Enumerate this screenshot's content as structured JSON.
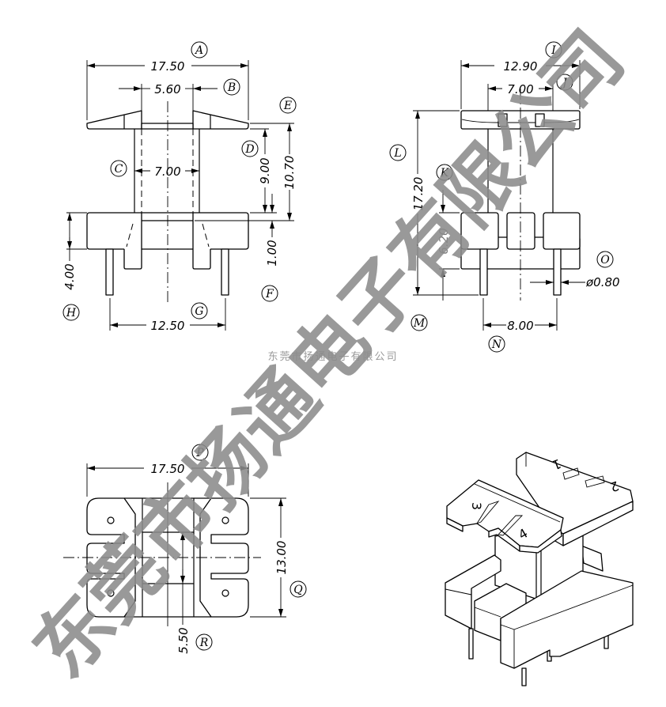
{
  "front_view": {
    "dims": {
      "A": "17.50",
      "B": "5.60",
      "C": "7.00",
      "D": "9.00",
      "E": "10.70",
      "F": "1.00",
      "G": "12.50",
      "H": "4.00"
    },
    "labels": {
      "A": "A",
      "B": "B",
      "C": "C",
      "D": "D",
      "E": "E",
      "F": "F",
      "G": "G",
      "H": "H"
    }
  },
  "side_view": {
    "dims": {
      "I": "12.90",
      "J": "7.00",
      "K": "6.20",
      "L": "17.20",
      "N": "8.00",
      "O": "ø0.80"
    },
    "labels": {
      "I": "I",
      "J": "J",
      "K": "K",
      "L": "L",
      "M": "M",
      "N": "N",
      "O": "O"
    }
  },
  "bottom_view": {
    "dims": {
      "P": "17.50",
      "Q": "13.00",
      "R": "5.50"
    },
    "labels": {
      "P": "P",
      "Q": "Q",
      "R": "R"
    }
  },
  "iso_view": {
    "pin_numbers": [
      "1",
      "2",
      "3",
      "4"
    ]
  },
  "watermark": {
    "large": "东莞市扬通电子有限公司",
    "small": "东莞市扬通电子有限公司"
  }
}
